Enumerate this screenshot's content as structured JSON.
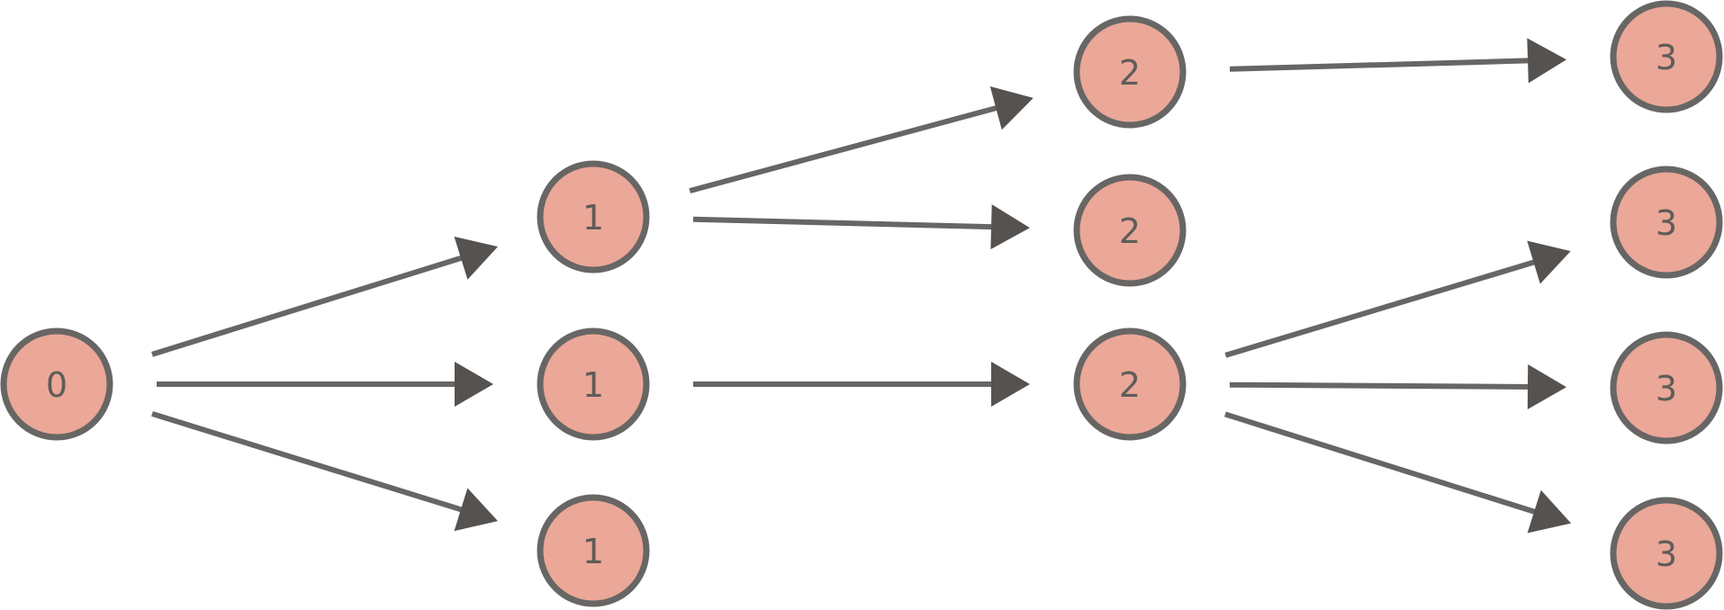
{
  "diagram": {
    "type": "tree",
    "colors": {
      "node_fill": "#eba797",
      "node_stroke": "#676665",
      "edge": "#676665",
      "arrowhead": "#55524f",
      "label": "#5e5c5a"
    },
    "nodes": [
      {
        "id": "n0",
        "label": "0"
      },
      {
        "id": "n1a",
        "label": "1"
      },
      {
        "id": "n1b",
        "label": "1"
      },
      {
        "id": "n1c",
        "label": "1"
      },
      {
        "id": "n2a",
        "label": "2"
      },
      {
        "id": "n2b",
        "label": "2"
      },
      {
        "id": "n2c",
        "label": "2"
      },
      {
        "id": "n3a",
        "label": "3"
      },
      {
        "id": "n3b",
        "label": "3"
      },
      {
        "id": "n3c",
        "label": "3"
      },
      {
        "id": "n3d",
        "label": "3"
      }
    ],
    "edges": [
      {
        "from": "n0",
        "to": "n1a"
      },
      {
        "from": "n0",
        "to": "n1b"
      },
      {
        "from": "n0",
        "to": "n1c"
      },
      {
        "from": "n1a",
        "to": "n2a"
      },
      {
        "from": "n1a",
        "to": "n2b"
      },
      {
        "from": "n1b",
        "to": "n2c"
      },
      {
        "from": "n2a",
        "to": "n3a"
      },
      {
        "from": "n2c",
        "to": "n3b"
      },
      {
        "from": "n2c",
        "to": "n3c"
      },
      {
        "from": "n2c",
        "to": "n3d"
      }
    ]
  }
}
